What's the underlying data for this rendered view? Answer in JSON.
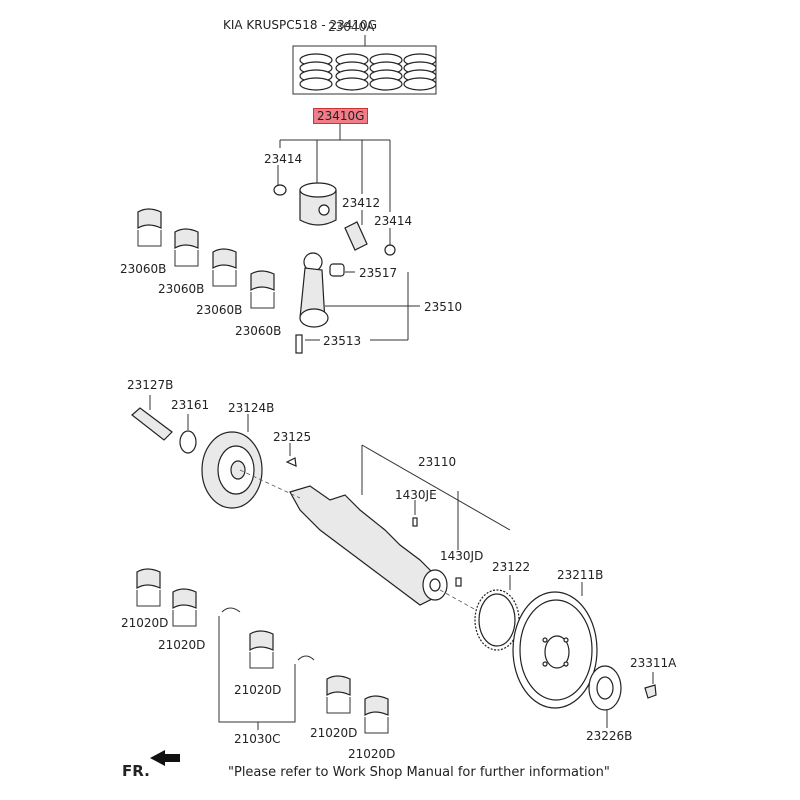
{
  "header": {
    "title": "KIA KRUSPC518 - 23410G",
    "overlap_label": "23040A"
  },
  "callouts": {
    "piston_assy": "23410G",
    "ring_left": "23414",
    "pin": "23412",
    "ring_right": "23414",
    "bearing_upper_1": "23060B",
    "bearing_upper_2": "23060B",
    "bearing_upper_3": "23060B",
    "bearing_upper_4": "23060B",
    "rod_bearing": "23517",
    "conrod": "23510",
    "rod_bolt": "23513",
    "pulley_bolt": "23127B",
    "washer": "23161",
    "damper_pulley": "23124B",
    "key": "23125",
    "crankshaft": "23110",
    "pin_je": "1430JE",
    "pin_jd": "1430JD",
    "sensor_wheel": "23122",
    "flywheel": "23211B",
    "flywheel_bolt": "23311A",
    "adapter_plate": "23226B",
    "main_bearing_1": "21020D",
    "main_bearing_2": "21020D",
    "main_bearing_3": "21020D",
    "main_bearing_4": "21020D",
    "main_bearing_5": "21020D",
    "thrust_washer": "21030C"
  },
  "footer": {
    "direction": "FR.",
    "note": "\"Please refer to Work Shop Manual for further information\""
  },
  "colors": {
    "highlight": "#f07d87",
    "line": "#333333"
  }
}
